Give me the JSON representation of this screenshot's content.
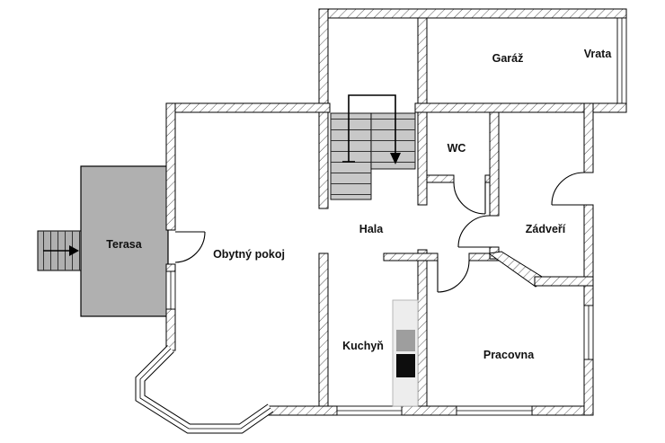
{
  "rooms": {
    "terasa": "Terasa",
    "obytny_pokoj": "Obytný pokoj",
    "hala": "Hala",
    "kuchyn": "Kuchyň",
    "wc": "WC",
    "garaz": "Garáž",
    "vrata": "Vrata",
    "zadveri": "Zádveří",
    "pracovna": "Pracovna"
  },
  "colors": {
    "terrace_fill": "#b0b0b0",
    "stair_fill": "#c8c8c8",
    "counter_fill": "#ededed",
    "sink_fill": "#9e9e9e",
    "stove_fill": "#0d0d0d",
    "wall_outline": "#000000",
    "label_color": "#111111"
  }
}
